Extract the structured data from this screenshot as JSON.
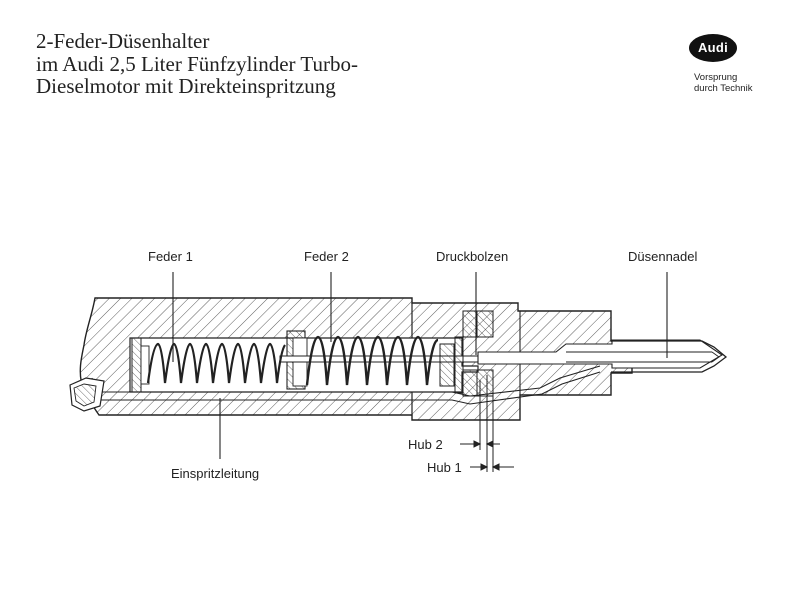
{
  "title": {
    "line1": "2-Feder-Düsenhalter",
    "line2": "im Audi 2,5 Liter Fünfzylinder Turbo-",
    "line3": "Dieselmotor mit Direkteinspritzung"
  },
  "logo": {
    "text": "Audi",
    "slogan_line1": "Vorsprung",
    "slogan_line2": "durch Technik"
  },
  "labels": {
    "feder1": "Feder 1",
    "feder2": "Feder 2",
    "druckbolzen": "Druckbolzen",
    "duesennadel": "Düsennadel",
    "einspritzleitung": "Einspritzleitung",
    "hub2": "Hub 2",
    "hub1": "Hub 1"
  }
}
